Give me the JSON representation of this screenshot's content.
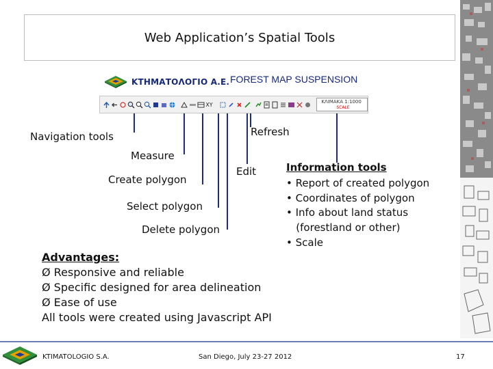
{
  "slide": {
    "title": "Web Application’s Spatial Tools",
    "logo_text": "ΚΤΗΜΑΤΟΛΟΓΙΟ Α.Ε.",
    "map_title": "FOREST MAP SUSPENSION",
    "scale_label": "ΚΛΙΜΑΚΑ 1:1000",
    "scale_sub": "SCALE"
  },
  "labels": {
    "navigation": "Navigation tools",
    "refresh": "Refresh",
    "measure": "Measure",
    "edit": "Edit",
    "create_polygon": "Create polygon",
    "select_polygon": "Select polygon",
    "delete_polygon": "Delete polygon"
  },
  "info": {
    "title": "Information tools",
    "items": [
      "• Report of created polygon",
      "• Coordinates of polygon",
      "• Info about land status",
      "   (forestland or other)",
      "• Scale"
    ]
  },
  "advantages": {
    "heading": "Advantages: ",
    "items": [
      "Ø  Responsive and reliable",
      "Ø  Specific designed for area delineation",
      "Ø  Ease of use"
    ],
    "closing": "All tools were created using Javascript API"
  },
  "footer": {
    "org": "KTIMATOLOGIO S.A.",
    "event": "San Diego, July 23-27 2012",
    "page": "17"
  },
  "toolbar_icons": [
    "pan-icon",
    "back-icon",
    "zoom-in-icon",
    "zoom-out-icon",
    "zoom-box-icon",
    "print-icon",
    "globe-icon",
    "measure-icon",
    "xy-icon",
    "select-icon",
    "edit-icon",
    "delete-icon",
    "refresh-icon",
    "report-icon",
    "info-icon",
    "coordinates-icon"
  ]
}
